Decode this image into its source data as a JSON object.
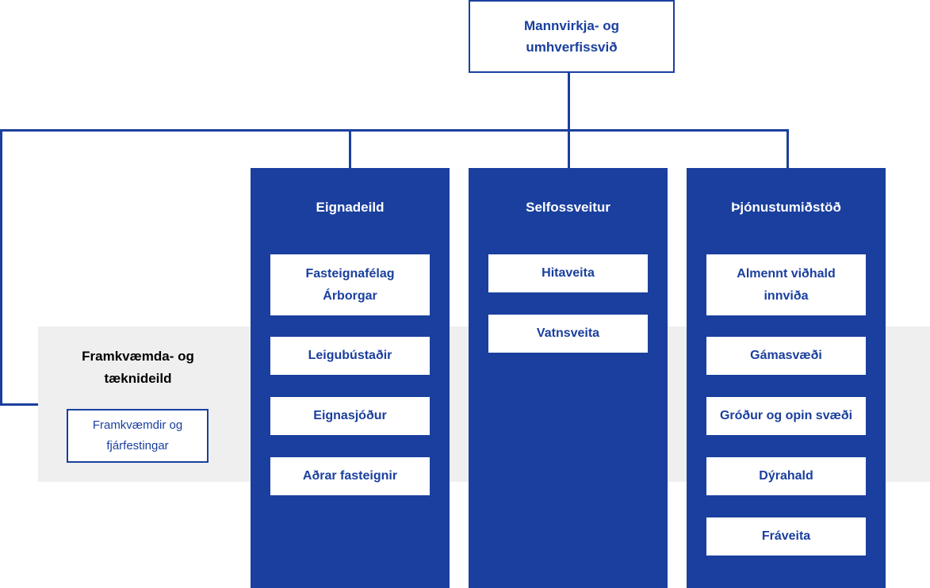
{
  "top": {
    "title": "Mannvirkja- og umhverfissvið"
  },
  "columns": [
    {
      "title": "Eignadeild",
      "items": [
        "Fasteignafélag Árborgar",
        "Leigubústaðir",
        "Eignasjóður",
        "Aðrar fasteignir"
      ]
    },
    {
      "title": "Selfossveitur",
      "items": [
        "Hitaveita",
        "Vatnsveita"
      ]
    },
    {
      "title": "Þjónustumiðstöð",
      "items": [
        "Almennt viðhald innviða",
        "Gámasvæði",
        "Gróður og opin svæði",
        "Dýrahald",
        "Fráveita"
      ]
    }
  ],
  "side": {
    "title": "Framkvæmda- og tæknideild",
    "subunit": "Framkvæmdir og fjárfestingar"
  },
  "colors": {
    "primary": "#1a3f9e",
    "band": "#efefef",
    "text_dark": "#000000"
  }
}
